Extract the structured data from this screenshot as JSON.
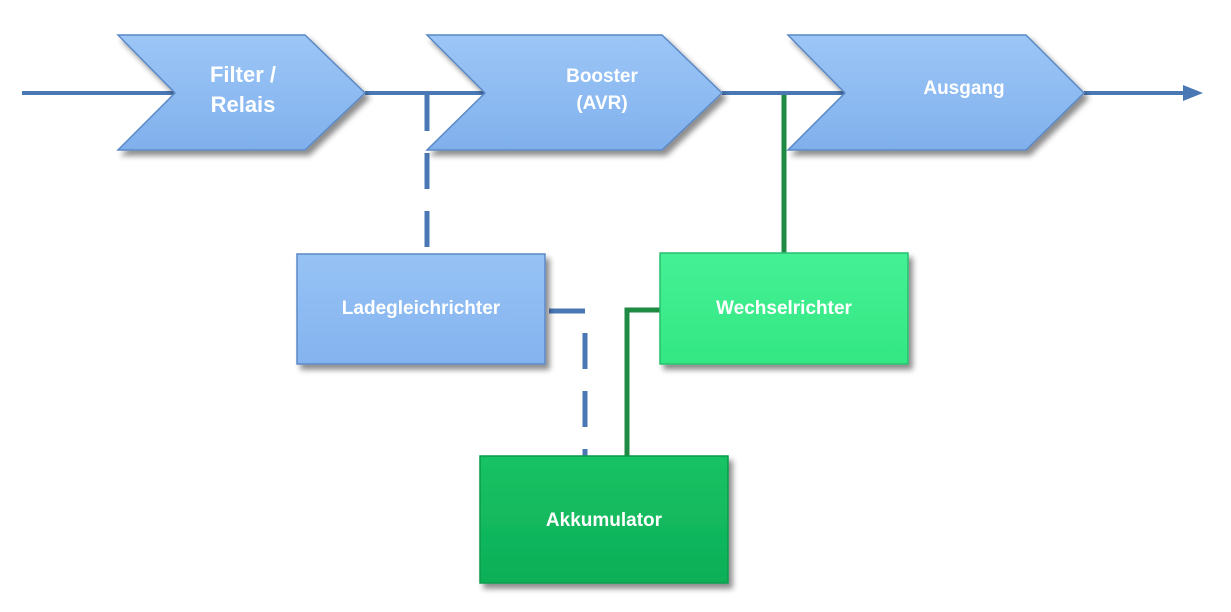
{
  "blocks": {
    "filter": {
      "line1": "Filter /",
      "line2": "Relais"
    },
    "booster": {
      "line1": "Booster",
      "line2": "(AVR)"
    },
    "ausgang": {
      "label": "Ausgang"
    },
    "lade": {
      "label": "Ladegleichrichter"
    },
    "wechsel": {
      "label": "Wechselrichter"
    },
    "akku": {
      "label": "Akkumulator"
    }
  },
  "colors": {
    "chevron_fill": "#8ab8f2",
    "chevron_stroke": "#4f7fbf",
    "main_line": "#4a78b5",
    "charger_fill": "#8ab8f2",
    "inverter_fill": "#3ded8b",
    "battery_fill": "#10b95c",
    "green_line": "#1f8a44"
  }
}
